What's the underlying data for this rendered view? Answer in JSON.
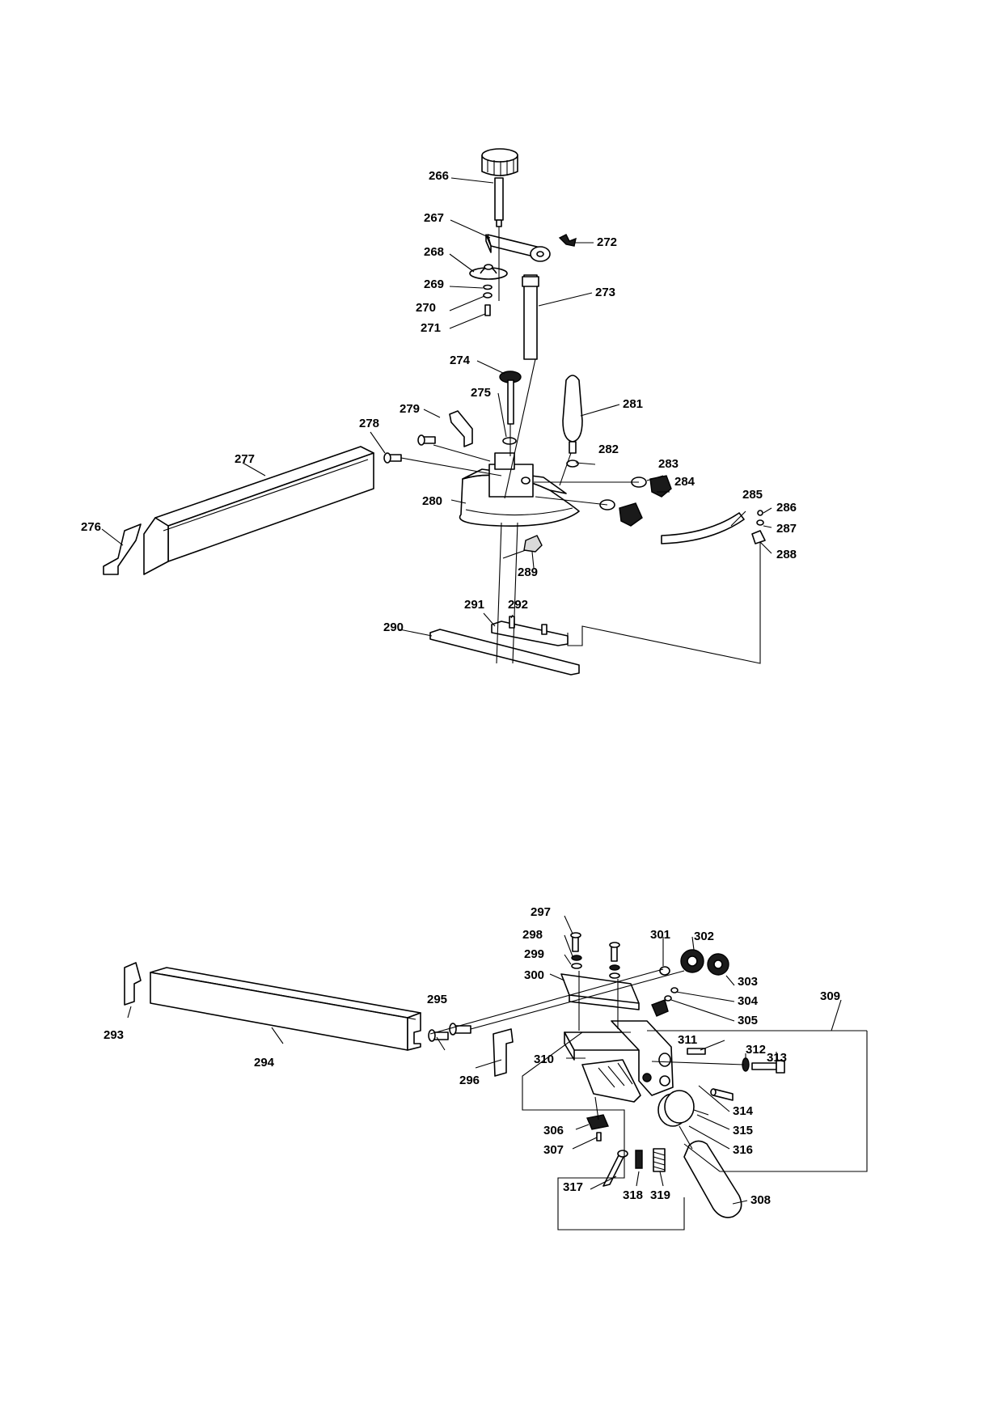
{
  "diagram": {
    "assemblies": [
      {
        "name": "miter-gauge-assembly",
        "callouts": [
          {
            "id": "c266",
            "label": "266"
          },
          {
            "id": "c267",
            "label": "267"
          },
          {
            "id": "c268",
            "label": "268"
          },
          {
            "id": "c269",
            "label": "269"
          },
          {
            "id": "c270",
            "label": "270"
          },
          {
            "id": "c271",
            "label": "271"
          },
          {
            "id": "c272",
            "label": "272"
          },
          {
            "id": "c273",
            "label": "273"
          },
          {
            "id": "c274",
            "label": "274"
          },
          {
            "id": "c275",
            "label": "275"
          },
          {
            "id": "c276",
            "label": "276"
          },
          {
            "id": "c277",
            "label": "277"
          },
          {
            "id": "c278",
            "label": "278"
          },
          {
            "id": "c279",
            "label": "279"
          },
          {
            "id": "c280",
            "label": "280"
          },
          {
            "id": "c281",
            "label": "281"
          },
          {
            "id": "c282",
            "label": "282"
          },
          {
            "id": "c283",
            "label": "283"
          },
          {
            "id": "c284",
            "label": "284"
          },
          {
            "id": "c285",
            "label": "285"
          },
          {
            "id": "c286",
            "label": "286"
          },
          {
            "id": "c287",
            "label": "287"
          },
          {
            "id": "c288",
            "label": "288"
          },
          {
            "id": "c289",
            "label": "289"
          },
          {
            "id": "c290",
            "label": "290"
          },
          {
            "id": "c291",
            "label": "291"
          },
          {
            "id": "c292",
            "label": "292"
          }
        ]
      },
      {
        "name": "rip-fence-assembly",
        "callouts": [
          {
            "id": "c293",
            "label": "293"
          },
          {
            "id": "c294",
            "label": "294"
          },
          {
            "id": "c295",
            "label": "295"
          },
          {
            "id": "c296",
            "label": "296"
          },
          {
            "id": "c297",
            "label": "297"
          },
          {
            "id": "c298",
            "label": "298"
          },
          {
            "id": "c299",
            "label": "299"
          },
          {
            "id": "c300",
            "label": "300"
          },
          {
            "id": "c301",
            "label": "301"
          },
          {
            "id": "c302",
            "label": "302"
          },
          {
            "id": "c303",
            "label": "303"
          },
          {
            "id": "c304",
            "label": "304"
          },
          {
            "id": "c305",
            "label": "305"
          },
          {
            "id": "c306",
            "label": "306"
          },
          {
            "id": "c307",
            "label": "307"
          },
          {
            "id": "c308",
            "label": "308"
          },
          {
            "id": "c309",
            "label": "309"
          },
          {
            "id": "c310",
            "label": "310"
          },
          {
            "id": "c311",
            "label": "311"
          },
          {
            "id": "c312",
            "label": "312"
          },
          {
            "id": "c313",
            "label": "313"
          },
          {
            "id": "c314",
            "label": "314"
          },
          {
            "id": "c315",
            "label": "315"
          },
          {
            "id": "c316",
            "label": "316"
          },
          {
            "id": "c317",
            "label": "317"
          },
          {
            "id": "c318",
            "label": "318"
          },
          {
            "id": "c319",
            "label": "319"
          }
        ]
      }
    ]
  }
}
